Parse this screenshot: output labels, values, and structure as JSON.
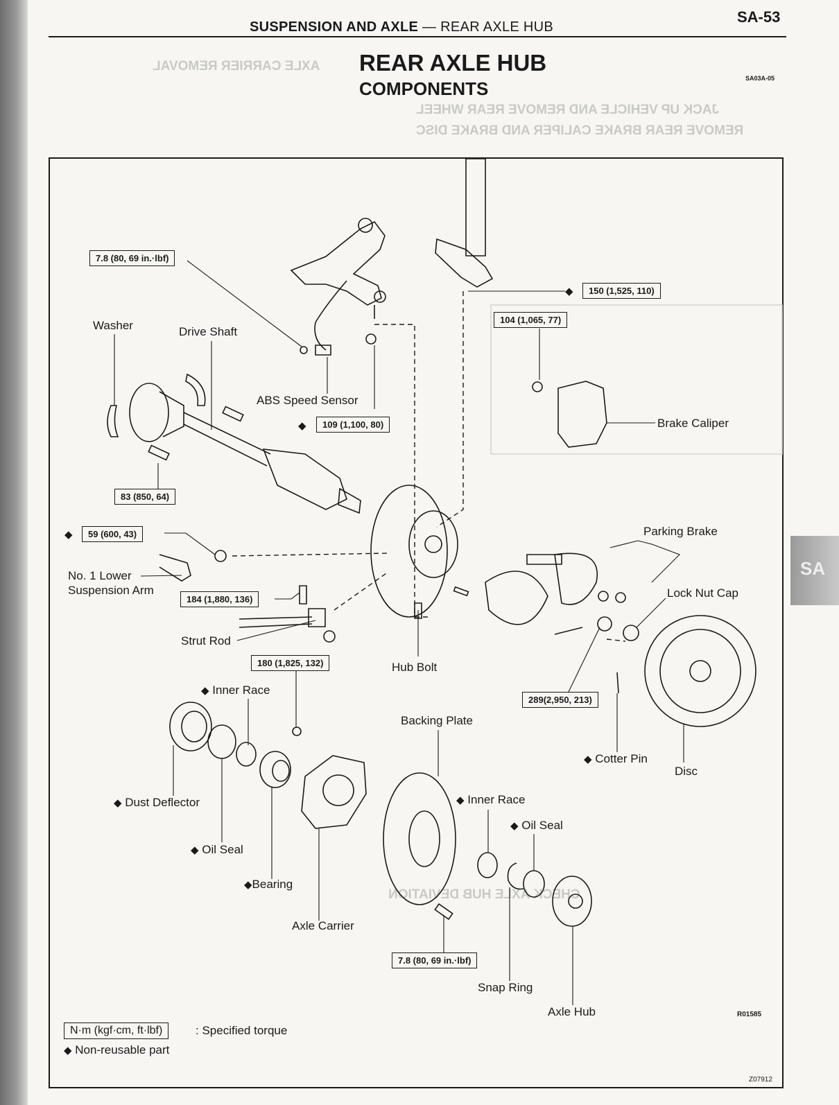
{
  "header": {
    "section_bold": "SUSPENSION AND AXLE",
    "section_sep": " — ",
    "section_light": "REAR AXLE HUB",
    "page_number": "SA-53"
  },
  "title": "REAR AXLE HUB",
  "subtitle": "COMPONENTS",
  "ref_code_top": "SA03A-05",
  "ref_code_figure": "R01585",
  "ref_code_corner": "Z07912",
  "side_tab": "SA",
  "labels": {
    "washer": "Washer",
    "drive_shaft": "Drive Shaft",
    "abs_speed_sensor": "ABS Speed Sensor",
    "brake_caliper": "Brake Caliper",
    "parking_brake": "Parking Brake",
    "lock_nut_cap": "Lock Nut Cap",
    "lower_arm_line1": "No. 1 Lower",
    "lower_arm_line2": "Suspension Arm",
    "strut_rod": "Strut Rod",
    "hub_bolt": "Hub Bolt",
    "inner_race_left": "Inner Race",
    "backing_plate": "Backing Plate",
    "cotter_pin": "Cotter Pin",
    "disc": "Disc",
    "dust_deflector": "Dust Deflector",
    "oil_seal_left": "Oil Seal",
    "bearing": "Bearing",
    "axle_carrier": "Axle Carrier",
    "inner_race_right": "Inner Race",
    "oil_seal_right": "Oil Seal",
    "snap_ring": "Snap Ring",
    "axle_hub": "Axle Hub"
  },
  "torques": {
    "t_sensor": "7.8 (80, 69 in.·lbf)",
    "t_upper": "150 (1,525, 110)",
    "t_caliper": "104 (1,065, 77)",
    "t_abs": "109 (1,100, 80)",
    "t_driveshaft": "83 (850, 64)",
    "t_lowerarm": "59 (600, 43)",
    "t_strut": "184 (1,880, 136)",
    "t_carrier": "180 (1,825, 132)",
    "t_locknut": "289(2,950, 213)",
    "t_backing": "7.8 (80, 69 in.·lbf)"
  },
  "legend": {
    "torque_box": "N·m (kgf·cm, ft·lbf)",
    "torque_desc": ": Specified torque",
    "nonreusable": "Non-reusable part"
  },
  "diamond": "◆",
  "bleedthrough": {
    "l1": "AXLE CARRIER REMOVAL",
    "l2": "JACK UP VEHICLE AND REMOVE REAR WHEEL",
    "l3": "REMOVE REAR BRAKE CALIPER AND BRAKE DISC",
    "l4": "CHECK AXLE HUB DEVIATION"
  }
}
